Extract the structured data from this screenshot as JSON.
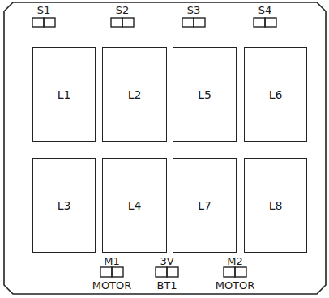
{
  "diagram": {
    "nodes": [
      {
        "text": [
          "L1"
        ]
      },
      {
        "text": [
          "L2"
        ]
      },
      {
        "text": [
          "L5"
        ]
      },
      {
        "text": [
          "L6"
        ]
      },
      {
        "text": [
          "L3"
        ]
      },
      {
        "text": [
          "L4"
        ]
      },
      {
        "text": [
          "L7"
        ]
      },
      {
        "text": [
          "L8"
        ]
      }
    ],
    "labels": [
      "S1",
      "S2",
      "S3",
      "S4",
      "M1",
      "3V",
      "M2",
      "MOTOR",
      "BT1",
      "MOTOR"
    ]
  }
}
